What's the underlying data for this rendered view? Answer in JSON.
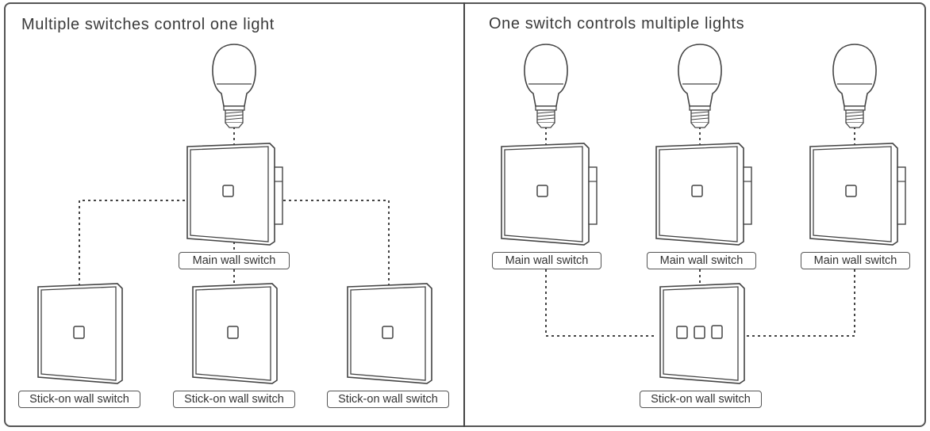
{
  "panels": [
    {
      "title": "Multiple switches control one light",
      "labels": [
        "Main wall switch",
        "Stick-on wall switch",
        "Stick-on wall switch",
        "Stick-on wall switch"
      ]
    },
    {
      "title": "One switch controls multiple lights",
      "labels": [
        "Main wall switch",
        "Main wall switch",
        "Main wall switch",
        "Stick-on wall switch"
      ]
    }
  ],
  "icons": {
    "bulb": "light-bulb-icon",
    "main_switch": "main-wall-switch-icon",
    "stickon_switch": "stick-on-wall-switch-icon"
  },
  "colors": {
    "line": "#444444",
    "border": "#555555"
  }
}
